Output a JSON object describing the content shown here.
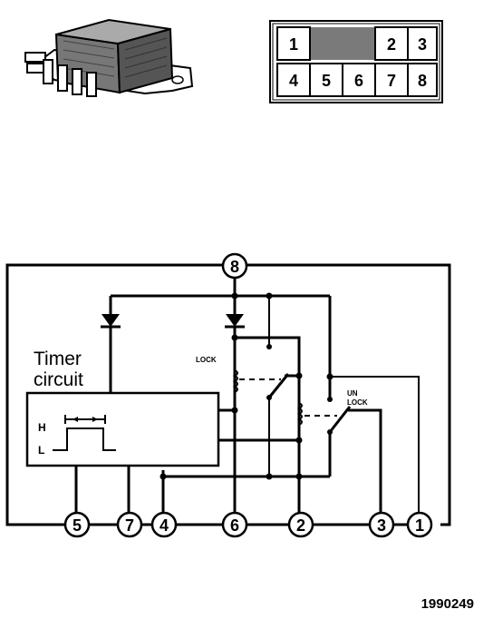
{
  "connector": {
    "cells": [
      "1",
      "2",
      "3",
      "4",
      "5",
      "6",
      "7",
      "8"
    ]
  },
  "diagram": {
    "timer_label_line1": "Timer",
    "timer_label_line2": "circuit",
    "level_high": "H",
    "level_low": "L",
    "lock_label": "LOCK",
    "unlock_label_line1": "UN",
    "unlock_label_line2": "LOCK",
    "top_terminal": "8",
    "bottom_terminals": [
      "5",
      "7",
      "4",
      "6",
      "2",
      "3",
      "1"
    ]
  },
  "figure_code": "1990249"
}
